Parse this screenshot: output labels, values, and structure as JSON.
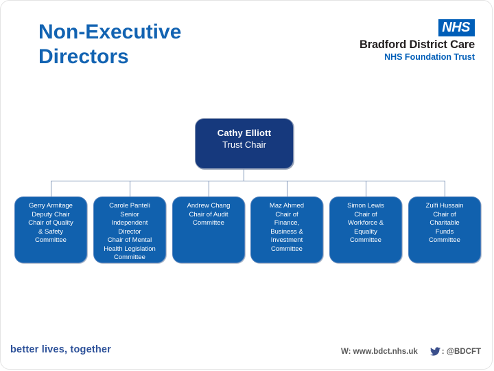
{
  "slide_title": "Non-Executive Directors",
  "logo": {
    "nhs": "NHS",
    "org_name": "Bradford District Care",
    "trust_line": "NHS Foundation Trust"
  },
  "org_chart": {
    "root": {
      "name": "Cathy Elliott",
      "role": "Trust Chair"
    },
    "members": [
      {
        "name": "Gerry Armitage",
        "role_lines": [
          "Deputy Chair",
          "Chair of Quality",
          "& Safety",
          "Committee"
        ]
      },
      {
        "name": "Carole Panteli",
        "role_lines": [
          "Senior",
          "Independent",
          "Director",
          "Chair of Mental",
          "Health Legislation",
          "Committee"
        ]
      },
      {
        "name": "Andrew Chang",
        "role_lines": [
          "Chair of Audit",
          "Committee"
        ]
      },
      {
        "name": "Maz Ahmed",
        "role_lines": [
          "Chair of",
          "Finance,",
          "Business &",
          "Investment",
          "Committee"
        ]
      },
      {
        "name": "Simon Lewis",
        "role_lines": [
          "Chair of",
          "Workforce &",
          "Equality",
          "Committee"
        ]
      },
      {
        "name": "Zulfi Hussain",
        "role_lines": [
          "Chair of",
          "Charitable",
          "Funds",
          "Committee"
        ]
      }
    ]
  },
  "footer": {
    "tagline": "better lives, together",
    "website": "W: www.bdct.nhs.uk",
    "twitter_handle": ": @BDCFT",
    "twitter_icon": "twitter-bird"
  },
  "colors": {
    "title_blue": "#1263b2",
    "nhs_blue": "#005EB8",
    "root_box_fill": "#16397d",
    "member_box_fill": "#1161ae",
    "connector": "#8096b8",
    "tagline_blue": "#2d5199",
    "footer_gray": "#595959"
  }
}
